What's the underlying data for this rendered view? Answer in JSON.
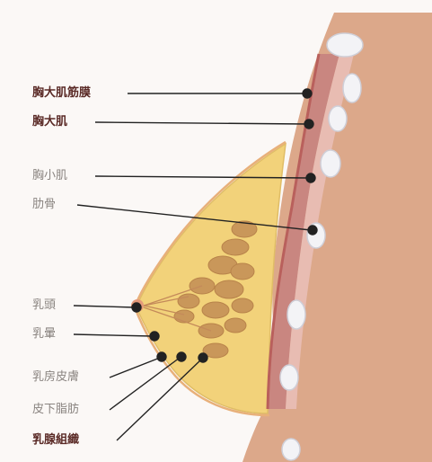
{
  "colors": {
    "background": "#fbf8f6",
    "skin_body": "#dca88a",
    "fat": "#f2d27a",
    "gland": "#c9975a",
    "muscle": "#c98680",
    "fascia": "#b9605c",
    "rib": "#f3f3f6",
    "label_dark": "#5a2a26",
    "label_light": "#8a8480",
    "pointer": "#222222"
  },
  "labels": [
    {
      "id": "pectoralis-fascia",
      "text": "胸大肌筋膜",
      "style": "dark"
    },
    {
      "id": "pectoralis-major",
      "text": "胸大肌",
      "style": "dark"
    },
    {
      "id": "pectoralis-minor",
      "text": "胸小肌",
      "style": "light"
    },
    {
      "id": "rib",
      "text": "肋骨",
      "style": "light"
    },
    {
      "id": "nipple",
      "text": "乳頭",
      "style": "light"
    },
    {
      "id": "areola",
      "text": "乳暈",
      "style": "light"
    },
    {
      "id": "breast-skin",
      "text": "乳房皮膚",
      "style": "light"
    },
    {
      "id": "subcutaneous-fat",
      "text": "皮下脂肪",
      "style": "light"
    },
    {
      "id": "mammary-gland-tissue",
      "text": "乳腺組織",
      "style": "dark"
    }
  ]
}
